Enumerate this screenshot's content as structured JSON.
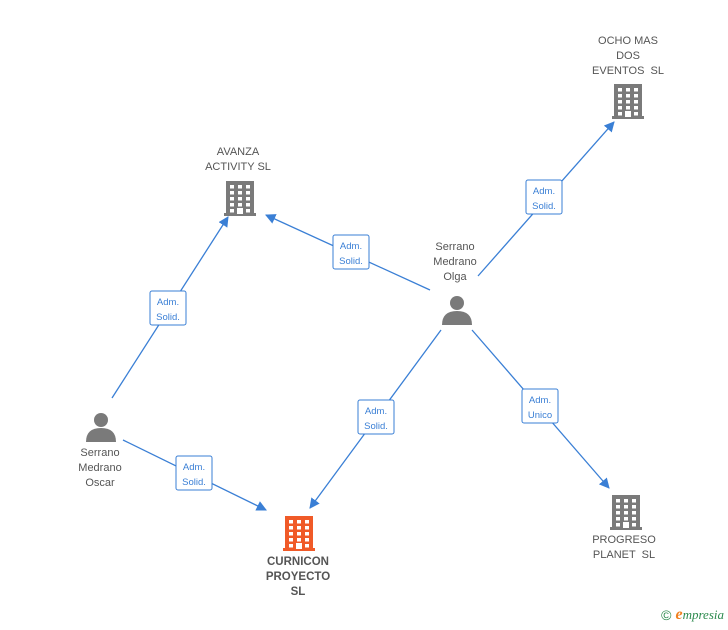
{
  "colors": {
    "edge": "#3a7fd5",
    "company": "#7a7a7a",
    "main_company": "#f05a28",
    "person": "#7a7a7a"
  },
  "nodes": [
    {
      "id": "ocho",
      "type": "company",
      "icon": "building-icon",
      "lines": [
        "OCHO MAS",
        "DOS",
        "EVENTOS  SL"
      ]
    },
    {
      "id": "avanza",
      "type": "company",
      "icon": "building-icon",
      "lines": [
        "AVANZA",
        "ACTIVITY SL"
      ]
    },
    {
      "id": "olga",
      "type": "person",
      "icon": "person-icon",
      "lines": [
        "Serrano",
        "Medrano",
        "Olga"
      ]
    },
    {
      "id": "oscar",
      "type": "person",
      "icon": "person-icon",
      "lines": [
        "Serrano",
        "Medrano",
        "Oscar"
      ]
    },
    {
      "id": "curnicon",
      "type": "main_company",
      "icon": "building-icon",
      "lines": [
        "CURNICON",
        "PROYECTO",
        "SL"
      ]
    },
    {
      "id": "progreso",
      "type": "company",
      "icon": "building-icon",
      "lines": [
        "PROGRESO",
        "PLANET  SL"
      ]
    }
  ],
  "edges": [
    {
      "from": "olga",
      "to": "ocho",
      "label": [
        "Adm.",
        "Solid."
      ]
    },
    {
      "from": "olga",
      "to": "avanza",
      "label": [
        "Adm.",
        "Solid."
      ]
    },
    {
      "from": "oscar",
      "to": "avanza",
      "label": [
        "Adm.",
        "Solid."
      ]
    },
    {
      "from": "olga",
      "to": "curnicon",
      "label": [
        "Adm.",
        "Solid."
      ]
    },
    {
      "from": "oscar",
      "to": "curnicon",
      "label": [
        "Adm.",
        "Solid."
      ]
    },
    {
      "from": "olga",
      "to": "progreso",
      "label": [
        "Adm.",
        "Unico"
      ]
    }
  ],
  "footer": {
    "copyright": "©",
    "brand_initial": "e",
    "brand_rest": "mpresia"
  }
}
